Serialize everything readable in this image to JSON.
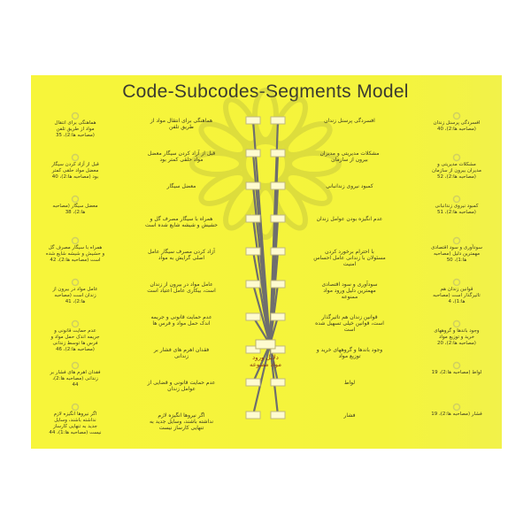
{
  "title": "Code-Subcodes-Segments Model",
  "center_code": "دلایل ورود مواد ممنوعه",
  "subcodes": [
    "هماهنگی برای انتقال مواد از طریق تلفن",
    "قبل از آزاد کردن سیگار معضل مواد حلقی کمتر بود",
    "معضل سیگار",
    "همراه با سیگار مصرف گل و حشیش و شیشه شایع شده است",
    "آزاد کردن مصرف سیگار عامل اصلی گرایش به مواد",
    "عامل مواد در بیرون از زندان است، بیکاری عامل اعتیاد است",
    "عدم حمایت قانونی و جریمه اندک حمل مواد و فرس ها",
    "فقدان اهرم های فشار بر زندانی",
    "عدم حمایت قانونی و قضایی از عوامل زندان",
    "اگر نیروها انگیزه لازم نداشته باشند، وسایل جدید به تنهایی کارساز نیست",
    "افسردگی پرسنل زندان",
    "مشکلات مدیریتی و مدیران بیرون از سازمان",
    "کمبود نیروی زندانبانی",
    "عدم انگیزه بودن عوامل زندان",
    "با احترام برخورد کردن مسئولان با زندانی عامل احساس امنیت",
    "سودآوری و سود اقتصادی مهمترین دلیل ورود مواد ممنوعه",
    "قوانین زندان هم تاثیرگذار است، قوانین خیلی تسهیل شده است",
    "وجود باندها و گروههای خرید و توزیع مواد",
    "لواط",
    "فشار"
  ],
  "segments": [
    "هماهنگی برای انتقال مواد از طریق تلفن (مصاحبه ها:2)، 35",
    "قبل از آزاد کردن سیگار معضل مواد حلقی کمتر بود (مصاحبه ها:2)، 40",
    "معضل سیگار (مصاحبه ها:2)، 38",
    "همراه با سیگار مصرف گل و حشیش و شیشه شایع شده است (مصاحبه ها:2)، 42",
    "عامل مواد در بیرون از زندان است (مصاحبه ها:2)، 41",
    "عدم حمایت قانونی و جریمه اندک حمل مواد و فرس ها توسط زندانی (مصاحبه ها:2)، 46",
    "فقدان اهرم های فشار بر زندانی (مصاحبه ها:2)، 44",
    "اگر نیروها انگیزه لازم نداشته باشند، وسایل جدید به تنهایی کارساز نیست (مصاحبه ها:1)، 44",
    "افسردگی پرسنل زندان (مصاحبه ها:2)، 40",
    "مشکلات مدیریتی و مدیران بیرون از سازمان (مصاحبه ها:2)، 52",
    "کمبود نیروی زندانبانی (مصاحبه ها:2)، 51",
    "سودآوری و سود اقتصادی مهمترین دلیل (مصاحبه ها:1)، 50",
    "قوانین زندان هم تاثیرگذار است (مصاحبه ها:1)، 4",
    "وجود باندها و گروههای خرید و توزیع مواد (مصاحبه ها:2)، 20",
    "لواط (مصاحبه ها:2)، 19",
    "فشار (مصاحبه ها:2)، 19"
  ]
}
